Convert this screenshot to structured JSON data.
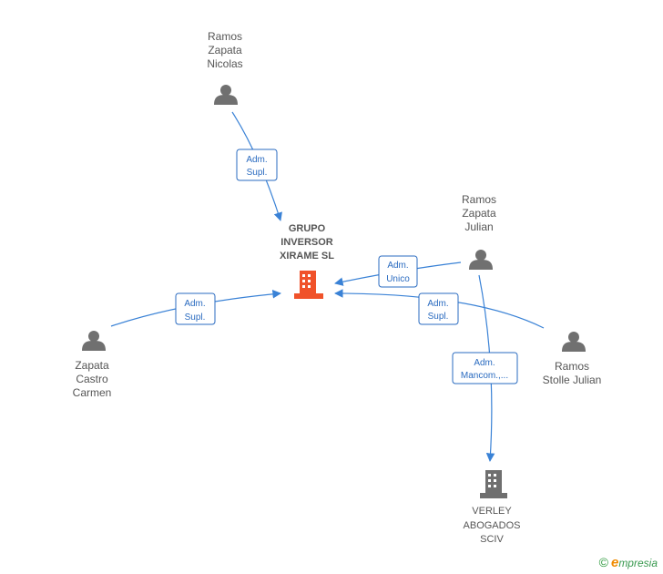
{
  "nodes": {
    "ramos_zapata_nicolas": {
      "lines": [
        "Ramos",
        "Zapata",
        "Nicolas"
      ],
      "kind": "person"
    },
    "ramos_zapata_julian": {
      "lines": [
        "Ramos",
        "Zapata",
        "Julian"
      ],
      "kind": "person"
    },
    "zapata_castro_carmen": {
      "lines": [
        "Zapata",
        "Castro",
        "Carmen"
      ],
      "kind": "person"
    },
    "ramos_stolle_julian": {
      "lines": [
        "Ramos",
        "Stolle Julian"
      ],
      "kind": "person"
    },
    "grupo_inversor": {
      "lines": [
        "GRUPO",
        "INVERSOR",
        "XIRAME SL"
      ],
      "kind": "company",
      "color": "#f0522a"
    },
    "verley": {
      "lines": [
        "VERLEY",
        "ABOGADOS",
        "SCIV"
      ],
      "kind": "company",
      "color": "#6f6f6f"
    }
  },
  "edges": {
    "nicolas_to_grupo": {
      "lines": [
        "Adm.",
        "Supl."
      ]
    },
    "julian_to_grupo": {
      "lines": [
        "Adm.",
        "Unico"
      ]
    },
    "stolle_to_grupo": {
      "lines": [
        "Adm.",
        "Supl."
      ]
    },
    "carmen_to_grupo": {
      "lines": [
        "Adm.",
        "Supl."
      ]
    },
    "julian_to_verley": {
      "lines": [
        "Adm.",
        "Mancom.,..."
      ]
    }
  },
  "colors": {
    "edge": "#3a82d6",
    "person_icon": "#707070",
    "label_text": "#555555"
  },
  "footer": {
    "copyright": "©",
    "brand_initial": "e",
    "brand_rest": "mpresia"
  }
}
